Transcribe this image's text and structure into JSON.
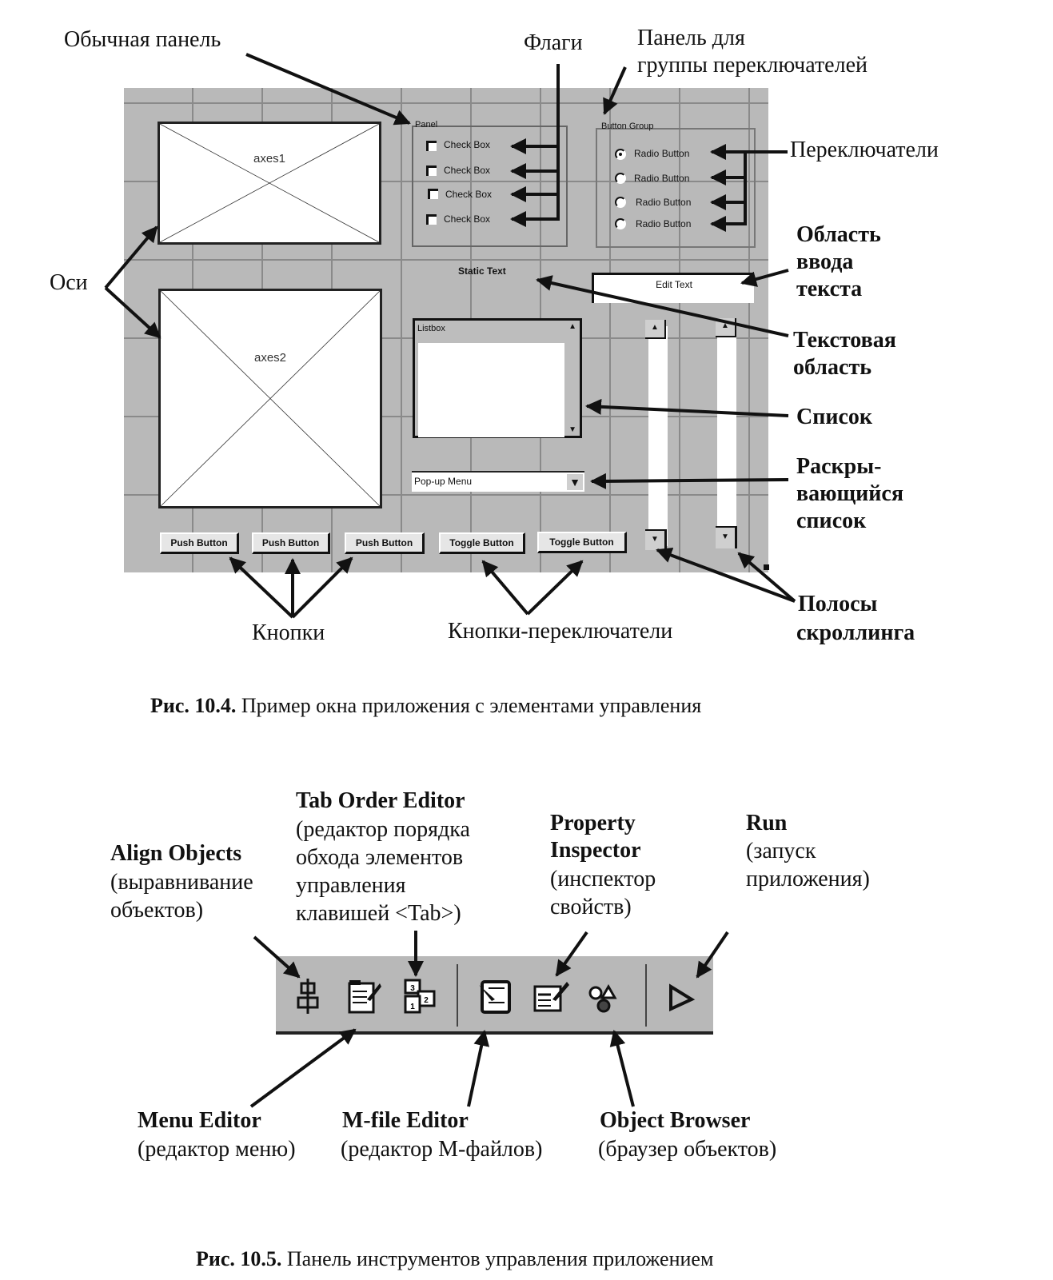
{
  "figure1": {
    "labels": {
      "ordinary_panel": "Обычная панель",
      "flags": "Флаги",
      "button_group_panel_line1": "Панель для",
      "button_group_panel_line2": "группы переключателей",
      "radio_buttons": "Переключатели",
      "axes": "Оси",
      "edit_area_line1": "Область",
      "edit_area_line2": "ввода",
      "edit_area_line3": "текста",
      "static_text_line1": "Текстовая",
      "static_text_line2": "область",
      "listbox": "Список",
      "popup_line1": "Раскры-",
      "popup_line2": "вающийся",
      "popup_line3": "список",
      "push_buttons": "Кнопки",
      "toggle_buttons": "Кнопки-переключатели",
      "scrollbars_line1": "Полосы",
      "scrollbars_line2": "скроллинга"
    },
    "window": {
      "axes1": "axes1",
      "axes2": "axes2",
      "panel_title": "Panel",
      "checkboxes": [
        "Check Box",
        "Check Box",
        "Check Box",
        "Check Box"
      ],
      "button_group_title": "Button Group",
      "radio_buttons": [
        {
          "label": "Radio Button",
          "selected": true
        },
        {
          "label": "Radio Button",
          "selected": false
        },
        {
          "label": "Radio Button",
          "selected": false
        },
        {
          "label": "Radio Button",
          "selected": false
        }
      ],
      "static_text": "Static Text",
      "edit_text": "Edit Text",
      "listbox_item": "Listbox",
      "popup_menu": "Pop-up Menu",
      "push_buttons": [
        "Push Button",
        "Push Button",
        "Push Button"
      ],
      "toggle_buttons": [
        "Toggle Button",
        "Toggle Button"
      ]
    },
    "caption_bold": "Рис. 10.4.",
    "caption_text": " Пример окна приложения с элементами управления"
  },
  "figure2": {
    "tools": [
      {
        "name": "Align Objects",
        "desc_lines": [
          "(выравнивание",
          "объектов)"
        ],
        "icon": "align-objects-icon"
      },
      {
        "name": "Menu Editor",
        "desc_lines": [
          "(редактор меню)"
        ],
        "icon": "menu-editor-icon"
      },
      {
        "name": "Tab Order Editor",
        "desc_lines": [
          "(редактор порядка",
          "обхода элементов",
          "управления",
          "клавишей <Tab>)"
        ],
        "icon": "tab-order-editor-icon"
      },
      {
        "name": "M-file Editor",
        "desc_lines": [
          "(редактор М-файлов)"
        ],
        "icon": "m-file-editor-icon"
      },
      {
        "name": "Property",
        "name2": "Inspector",
        "desc_lines": [
          "(инспектор",
          "свойств)"
        ],
        "icon": "property-inspector-icon"
      },
      {
        "name": "Object Browser",
        "desc_lines": [
          "(браузер объектов)"
        ],
        "icon": "object-browser-icon"
      },
      {
        "name": "Run",
        "desc_lines": [
          "(запуск",
          "приложения)"
        ],
        "icon": "run-icon"
      }
    ],
    "caption_bold": "Рис. 10.5.",
    "caption_text": " Панель инструментов управления приложением"
  }
}
